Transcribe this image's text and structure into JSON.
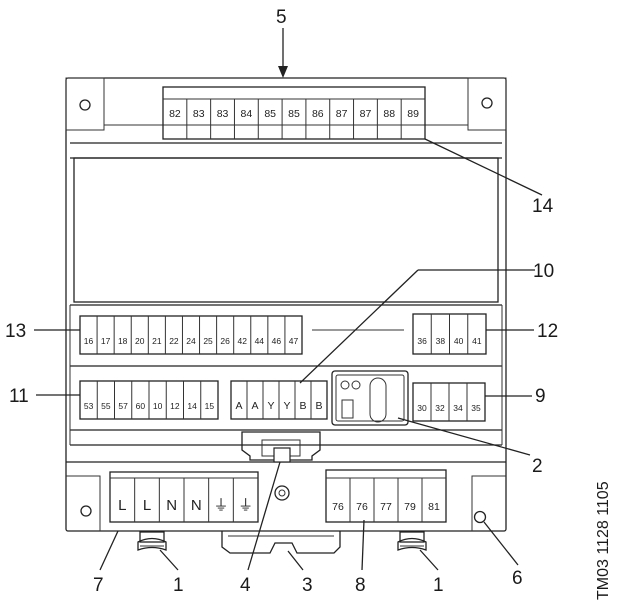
{
  "labels": {
    "l5": "5",
    "l14": "14",
    "l10": "10",
    "l13": "13",
    "l12": "12",
    "l11": "11",
    "l9": "9",
    "l2": "2",
    "l7": "7",
    "l1a": "1",
    "l4": "4",
    "l3": "3",
    "l8": "8",
    "l1b": "1",
    "l6": "6"
  },
  "drawing_code": "TM03 1128 1105",
  "terminals": {
    "top": [
      "82",
      "83",
      "83",
      "84",
      "85",
      "85",
      "86",
      "87",
      "87",
      "88",
      "89"
    ],
    "left_upper": [
      "16",
      "17",
      "18",
      "20",
      "21",
      "22",
      "24",
      "25",
      "26",
      "42",
      "44",
      "46",
      "47"
    ],
    "right_upper": [
      "36",
      "38",
      "40",
      "41"
    ],
    "left_lower": [
      "53",
      "55",
      "57",
      "60",
      "10",
      "12",
      "14",
      "15"
    ],
    "middle_lower": [
      "A",
      "A",
      "Y",
      "Y",
      "B",
      "B"
    ],
    "right_lower": [
      "30",
      "32",
      "34",
      "35"
    ],
    "power": [
      "L",
      "L",
      "N",
      "N",
      "⏚",
      "⏚"
    ],
    "bottom_right": [
      "76",
      "76",
      "77",
      "79",
      "81"
    ]
  },
  "leader_color": "#222222"
}
